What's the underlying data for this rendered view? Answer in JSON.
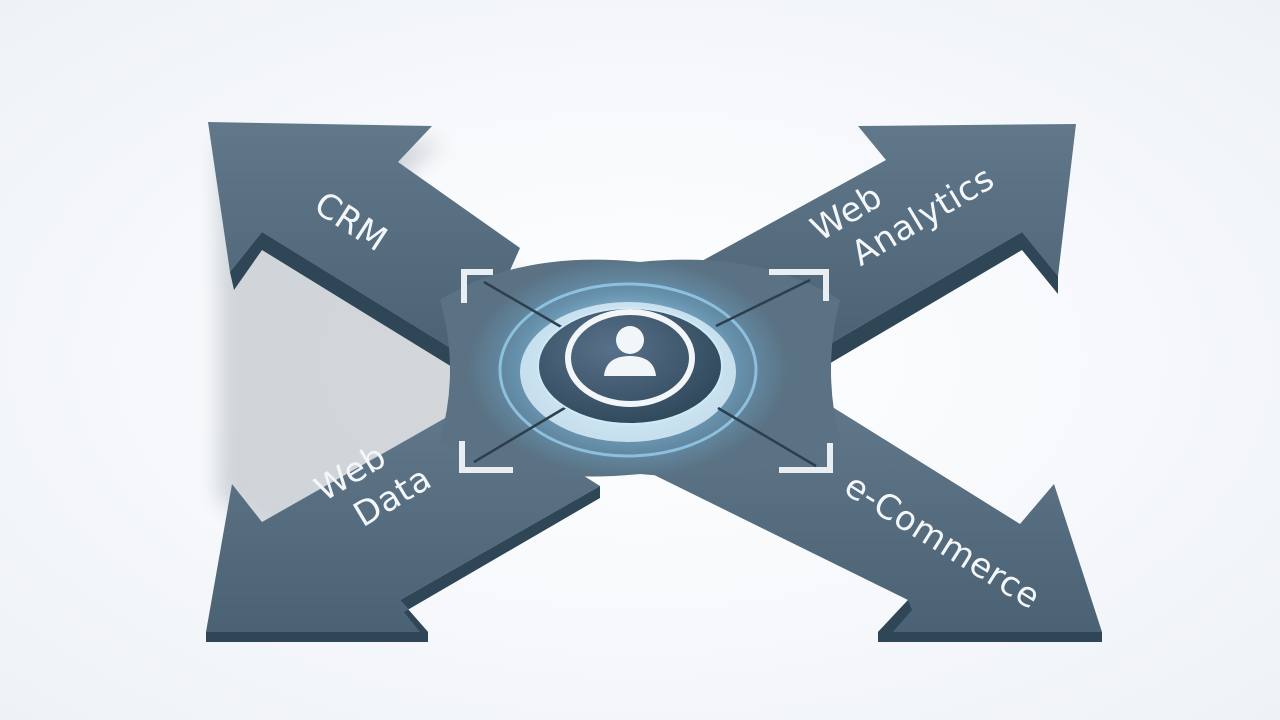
{
  "arms": [
    {
      "name": "CRM",
      "lines": [
        "CRM"
      ]
    },
    {
      "name": "Web Analytics",
      "lines": [
        "Web",
        "Analytics"
      ]
    },
    {
      "name": "Web Data",
      "lines": [
        "Web",
        "Data"
      ]
    },
    {
      "name": "e-Commerce",
      "lines": [
        "e-Commerce"
      ]
    }
  ],
  "hub": {
    "icon": "user-icon"
  },
  "colors": {
    "arrow_top": "#5b7182",
    "arrow_mid": "#4a6274",
    "arrow_edge": "#2e4656",
    "glow": "#6ec7ff",
    "hub_fill": "#3c5567",
    "icon": "#f3f6f9"
  }
}
